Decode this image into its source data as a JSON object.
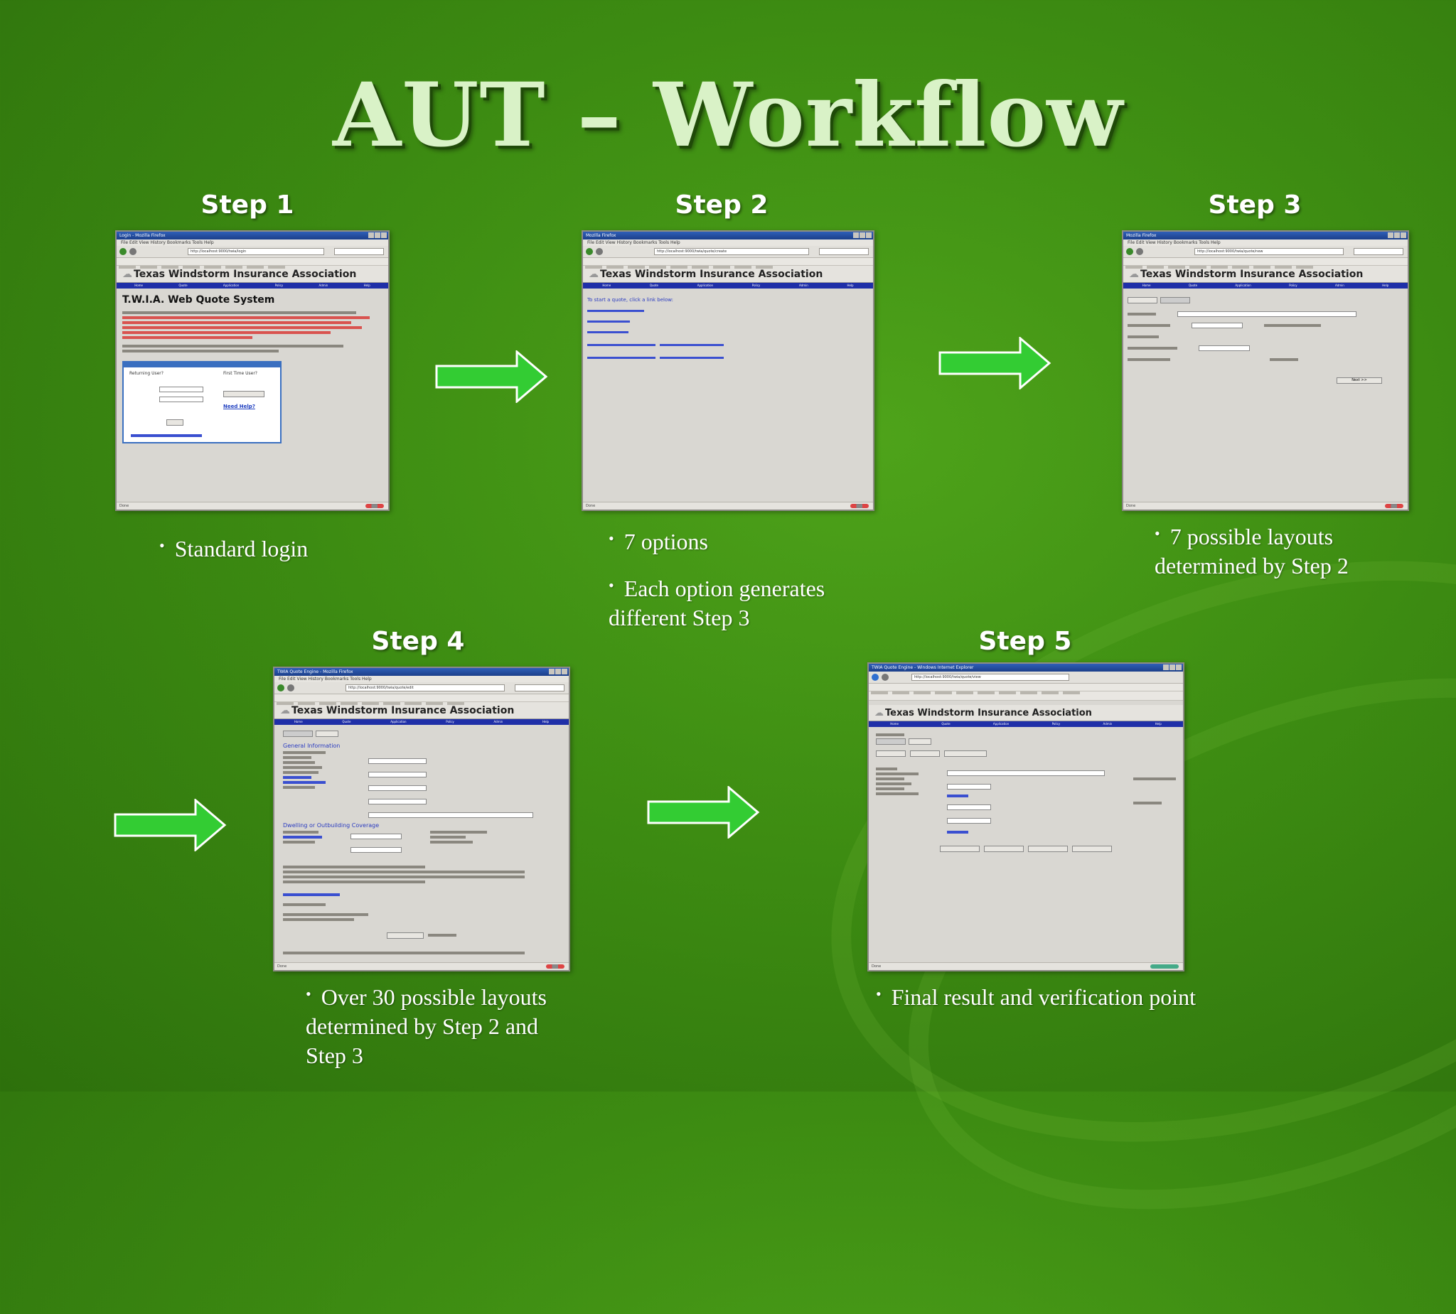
{
  "slide": {
    "title": "AUT – Workflow"
  },
  "colors": {
    "background": "#3d8c12",
    "title_text": "#d9f2c7",
    "arrow_fill": "#33cc33",
    "arrow_stroke": "#ffffff",
    "nav_bar": "#1f2fa8"
  },
  "steps": [
    {
      "label": "Step 1",
      "notes": [
        "Standard login"
      ],
      "screenshot": {
        "window_title": "Login - Mozilla Firefox",
        "url": "http://localhost:9000/twia/login",
        "header": "Texas Windstorm Insurance Association",
        "page_title": "T.W.I.A. Web Quote System",
        "login_heading": "Returning User?",
        "first_time": "First Time User?",
        "need_help": "Need Help?"
      }
    },
    {
      "label": "Step 2",
      "notes": [
        "7 options",
        "Each option generates different Step 3"
      ],
      "screenshot": {
        "window_title": "Mozilla Firefox",
        "url": "http://localhost:9000/twia/quote/create",
        "header": "Texas Windstorm Insurance Association",
        "intro": "To start a quote, click a link below:"
      }
    },
    {
      "label": "Step 3",
      "notes": [
        "7 possible layouts determined by Step 2"
      ],
      "screenshot": {
        "window_title": "Mozilla Firefox",
        "url": "http://localhost:9000/twia/quote/new",
        "header": "Texas Windstorm Insurance Association",
        "button": "Next >>"
      }
    },
    {
      "label": "Step 4",
      "notes": [
        "Over 30 possible layouts determined by Step 2 and Step 3"
      ],
      "screenshot": {
        "window_title": "TWIA Quote Engine - Mozilla Firefox",
        "url": "http://localhost:9000/twia/quote/edit",
        "header": "Texas Windstorm Insurance Association",
        "section_1": "General Information",
        "section_2": "Dwelling or Outbuilding Coverage"
      }
    },
    {
      "label": "Step 5",
      "notes": [
        "Final result and verification point"
      ],
      "screenshot": {
        "window_title": "TWIA Quote Engine - Windows Internet Explorer",
        "url": "http://localhost:9000/twia/quote/view",
        "header": "Texas Windstorm Insurance Association"
      }
    }
  ],
  "nav_items": [
    "Home",
    "Quote",
    "Application",
    "Policy",
    "Admin",
    "Help"
  ],
  "icons": {
    "arrow": "right-arrow-icon",
    "bullet": "bullet-icon"
  }
}
